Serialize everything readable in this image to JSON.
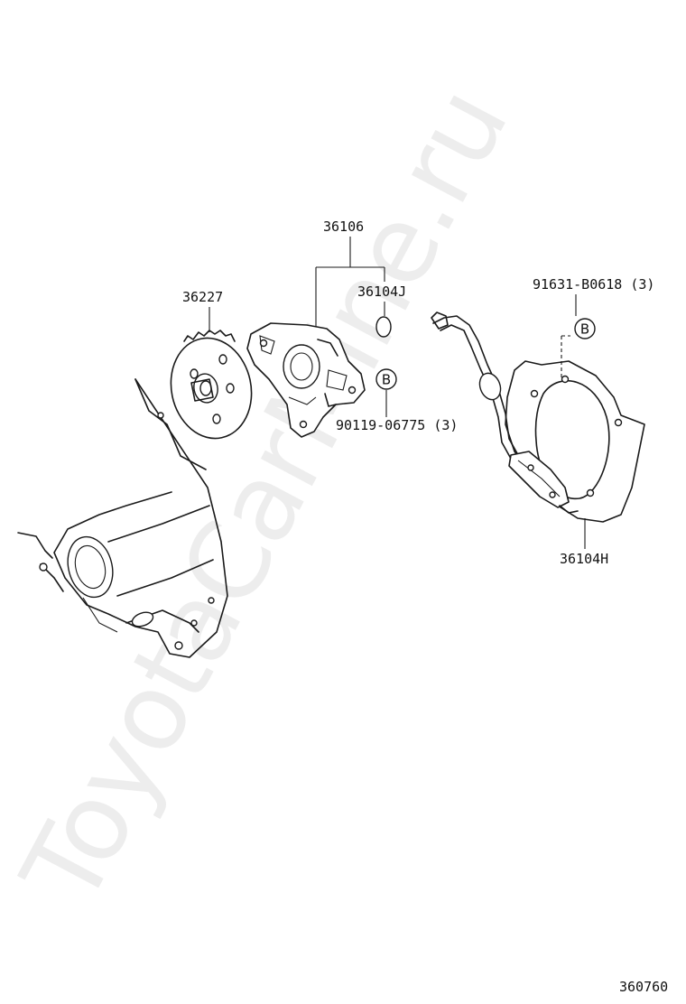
{
  "diagram": {
    "parts": [
      {
        "id": "p36106",
        "label": "36106"
      },
      {
        "id": "p36227",
        "label": "36227"
      },
      {
        "id": "p36104J",
        "label": "36104J"
      },
      {
        "id": "p91631",
        "label": "91631-B0618 (3)"
      },
      {
        "id": "p90119",
        "label": "90119-06775 (3)"
      },
      {
        "id": "p36104H",
        "label": "36104H"
      }
    ],
    "reference_markers": [
      {
        "id": "ref-top",
        "letter": "B"
      },
      {
        "id": "ref-mid",
        "letter": "B"
      }
    ],
    "figure_number": "360760",
    "watermark": "ToyotaCarMine.ru"
  }
}
